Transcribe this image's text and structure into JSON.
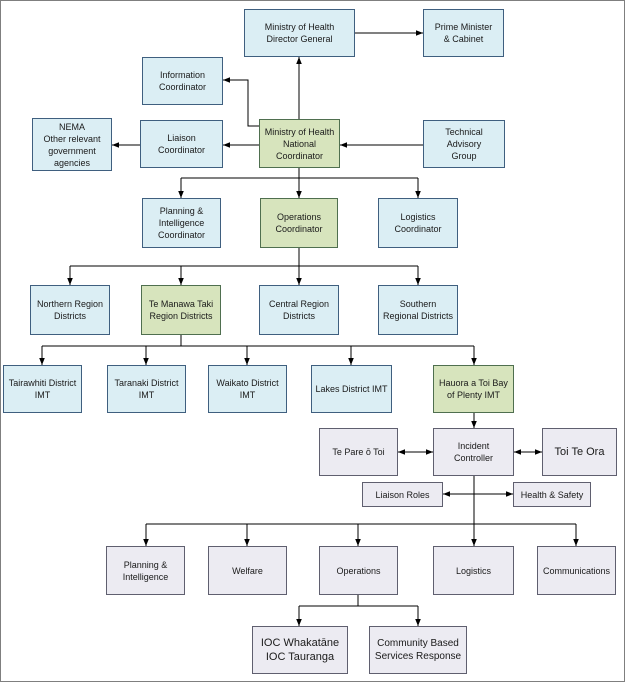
{
  "nodes": {
    "director_general": "Ministry of Health\nDirector General",
    "prime_minister": "Prime Minister\n& Cabinet",
    "information_coordinator": "Information\nCoordinator",
    "nema": "NEMA\nOther relevant\ngovernment\nagencies",
    "liaison_coordinator": "Liaison\nCoordinator",
    "national_coordinator": "Ministry of Health\nNational\nCoordinator",
    "technical_advisory": "Technical\nAdvisory\nGroup",
    "planning_intelligence_coordinator": "Planning &\nIntelligence\nCoordinator",
    "operations_coordinator": "Operations\nCoordinator",
    "logistics_coordinator": "Logistics\nCoordinator",
    "northern_region": "Northern Region\nDistricts",
    "te_manawa_taki": "Te Manawa Taki\nRegion Districts",
    "central_region": "Central Region\nDistricts",
    "southern_regional": "Southern\nRegional Districts",
    "tairawhiti": "Tairawhiti District\nIMT",
    "taranaki": "Taranaki District\nIMT",
    "waikato": "Waikato District\nIMT",
    "lakes": "Lakes District IMT",
    "hauora": "Hauora a Toi Bay\nof Plenty IMT",
    "te_pare": "Te Pare ō Toi",
    "incident_controller": "Incident\nController",
    "toi_te_ora": "Toi Te Ora",
    "liaison_roles": "Liaison Roles",
    "health_safety": "Health & Safety",
    "planning_intelligence": "Planning &\nIntelligence",
    "welfare": "Welfare",
    "operations": "Operations",
    "logistics": "Logistics",
    "communications": "Communications",
    "ioc": "IOC Whakatāne\nIOC Tauranga",
    "community_based": "Community Based\nServices Response"
  },
  "colors": {
    "blue_fill": "#dbeef4",
    "green_fill": "#d7e4bd",
    "grey_fill": "#ecebf2",
    "connector": "#000000"
  }
}
